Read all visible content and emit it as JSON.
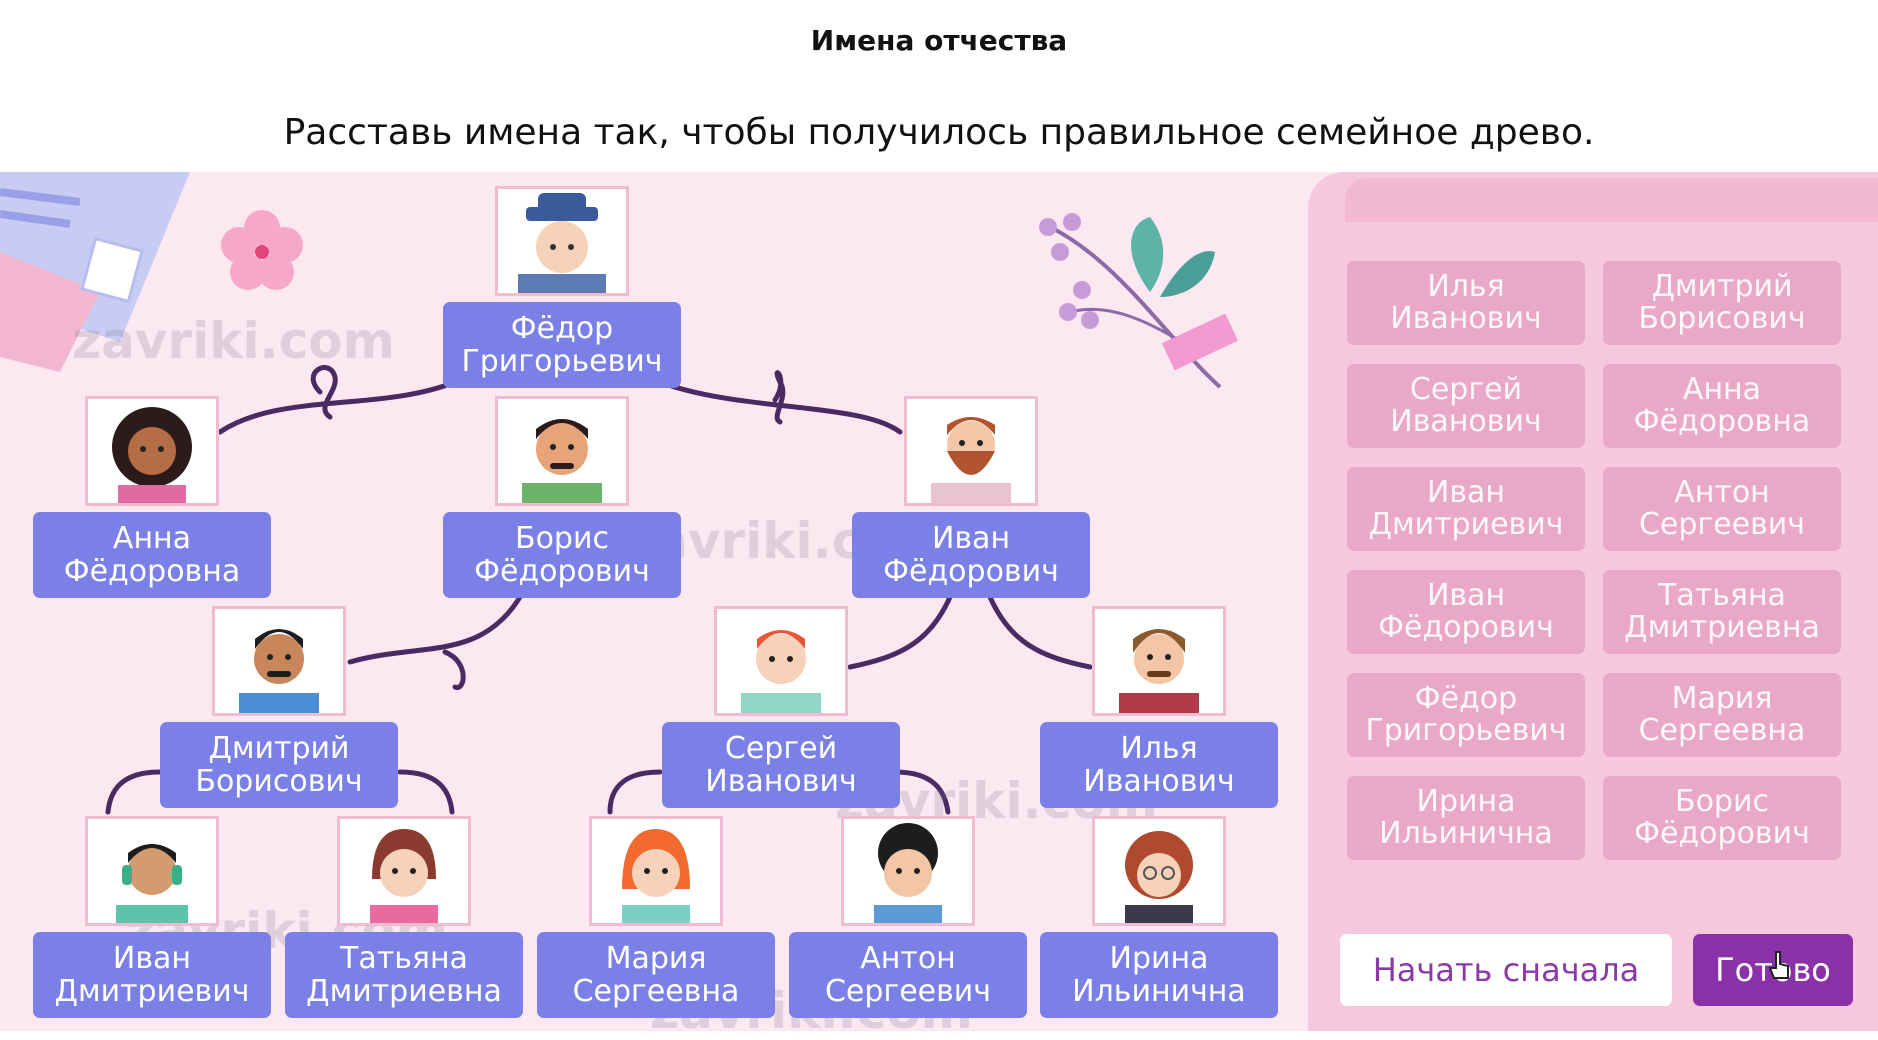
{
  "header": {
    "title": "Имена отчества"
  },
  "instruction": "Расставь имена так, чтобы получилось правильное семейное древо.",
  "watermark": "zavriki.com",
  "tree": {
    "nodes": [
      {
        "id": "fedor",
        "name": "Фёдор\nГригорьевич",
        "avatar": "grandpa-hat"
      },
      {
        "id": "anna",
        "name": "Анна\nФёдоровна",
        "avatar": "woman-curly-dark"
      },
      {
        "id": "boris",
        "name": "Борис\nФёдорович",
        "avatar": "man-mustache"
      },
      {
        "id": "ivan-f",
        "name": "Иван\nФёдорович",
        "avatar": "man-beard-red"
      },
      {
        "id": "dmitriy",
        "name": "Дмитрий\nБорисович",
        "avatar": "man-mustache-young"
      },
      {
        "id": "sergey",
        "name": "Сергей\nИванович",
        "avatar": "man-red-hair"
      },
      {
        "id": "ilya",
        "name": "Илья\nИванович",
        "avatar": "man-curly-mustache"
      },
      {
        "id": "ivan-d",
        "name": "Иван\nДмитриевич",
        "avatar": "boy-headphones"
      },
      {
        "id": "tatyana",
        "name": "Татьяна\nДмитриевна",
        "avatar": "girl-bob"
      },
      {
        "id": "mariya",
        "name": "Мария\nСергеевна",
        "avatar": "girl-orange"
      },
      {
        "id": "anton",
        "name": "Антон\nСергеевич",
        "avatar": "boy-curly"
      },
      {
        "id": "irina",
        "name": "Ирина\nИльинична",
        "avatar": "girl-glasses"
      }
    ]
  },
  "word_bank": {
    "items": [
      "Илья\nИванович",
      "Дмитрий\nБорисович",
      "Сергей\nИванович",
      "Анна\nФёдоровна",
      "Иван\nДмитриевич",
      "Антон\nСергеевич",
      "Иван\nФёдорович",
      "Татьяна\nДмитриевна",
      "Фёдор\nГригорьевич",
      "Мария\nСергеевна",
      "Ирина\nИльинична",
      "Борис\nФёдорович"
    ]
  },
  "buttons": {
    "restart": "Начать сначала",
    "done": "Готово"
  },
  "colors": {
    "name_plate": "#7a80e6",
    "bank_item": "#eaa8c9",
    "done_button": "#8b31a8",
    "board_bg": "#fce8f1",
    "branch": "#4b2a63"
  }
}
